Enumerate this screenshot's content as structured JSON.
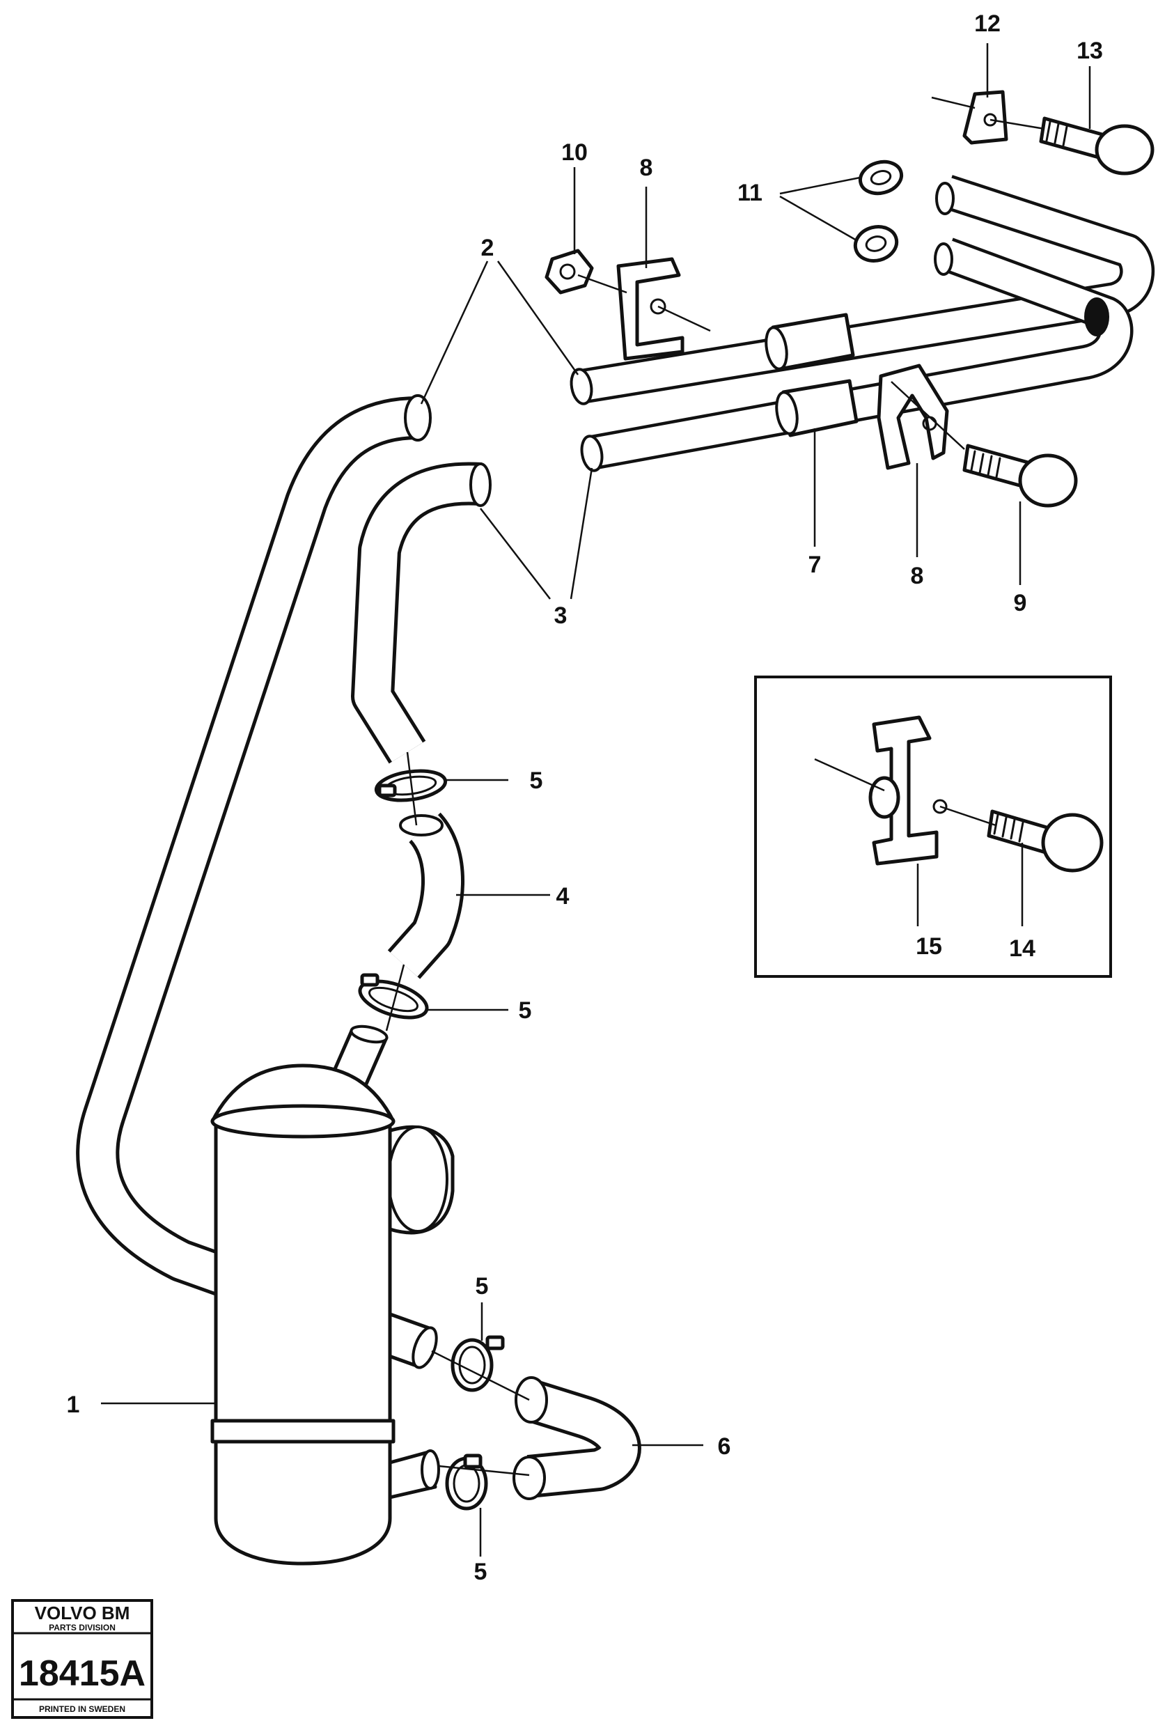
{
  "callouts": {
    "c1": "1",
    "c2": "2",
    "c3": "3",
    "c4": "4",
    "c5a": "5",
    "c5b": "5",
    "c5c": "5",
    "c5d": "5",
    "c6": "6",
    "c7": "7",
    "c8a": "8",
    "c8b": "8",
    "c9": "9",
    "c10": "10",
    "c11": "11",
    "c12": "12",
    "c13": "13",
    "c14": "14",
    "c15": "15"
  },
  "stamp": {
    "brand": "VOLVO BM",
    "division": "PARTS DIVISION",
    "number": "18415A",
    "footer": "PRINTED IN SWEDEN"
  }
}
